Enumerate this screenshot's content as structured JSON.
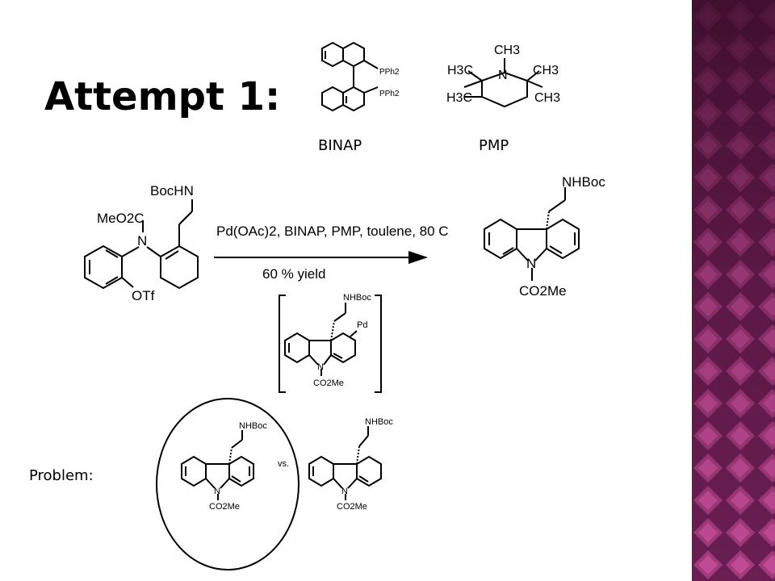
{
  "slide": {
    "title": "Attempt 1:",
    "problem_label": "Problem:"
  },
  "reagents": [
    {
      "name": "BINAP",
      "substituent": "PPh2"
    },
    {
      "name": "PMP",
      "heteroatom": "N",
      "methyl_label": "CH3",
      "methyl_label_left": "H3C"
    }
  ],
  "reaction": {
    "conditions": "Pd(OAc)2, BINAP, PMP, toulene, 80 C",
    "yield": "60 % yield",
    "sm_labels": {
      "amine": "BocHN",
      "ester": "MeO2C",
      "n": "N",
      "leaving_group": "OTf"
    },
    "product_labels": {
      "amine": "NHBoc",
      "n": "N",
      "carbamate": "CO2Me"
    },
    "intermediate_labels": {
      "amine": "NHBoc",
      "metal": "Pd",
      "n": "N",
      "carbamate": "CO2Me"
    }
  },
  "problem": {
    "isomer_a": {
      "amine": "NHBoc",
      "n": "N",
      "carbamate": "CO2Me"
    },
    "vs_label": "vs.",
    "isomer_b": {
      "amine": "NHBoc",
      "n": "N",
      "carbamate": "CO2Me"
    }
  },
  "colors": {
    "panel_dark": "#4a1436",
    "panel_light": "#b03a86",
    "ink": "#000000"
  }
}
